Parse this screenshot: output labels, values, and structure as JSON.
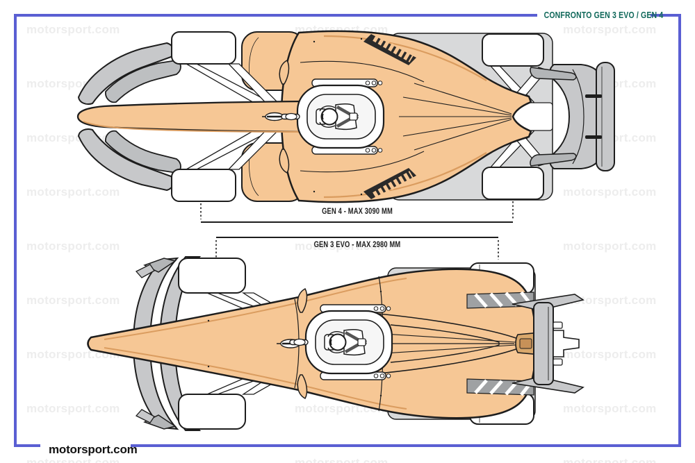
{
  "header": {
    "title": "CONFRONTO GEN 3 EVO / GEN 4",
    "accent_color": "#11695B"
  },
  "frame": {
    "color": "#5A5FD3"
  },
  "watermark": {
    "text": "motorsport.com"
  },
  "footer": {
    "logo": "motorsport.com"
  },
  "diagram": {
    "title_meaning": "Comparison Gen 3 Evo / Gen 4",
    "cars": [
      {
        "name": "Gen 4",
        "label": "GEN 4 - MAX 3090 MM",
        "max_length_mm": 3090,
        "position": "top"
      },
      {
        "name": "Gen 3 Evo",
        "label": "GEN 3 EVO - MAX 2980 MM",
        "max_length_mm": 2980,
        "position": "bottom"
      }
    ],
    "unit": "mm",
    "colors": {
      "body": "#F6C795",
      "body_shade": "#DA9C5F",
      "aero_gray": "#C7C8CA",
      "floor_gray": "#D8D9DA",
      "outline": "#1d1d1d",
      "white_parts": "#ffffff"
    }
  }
}
